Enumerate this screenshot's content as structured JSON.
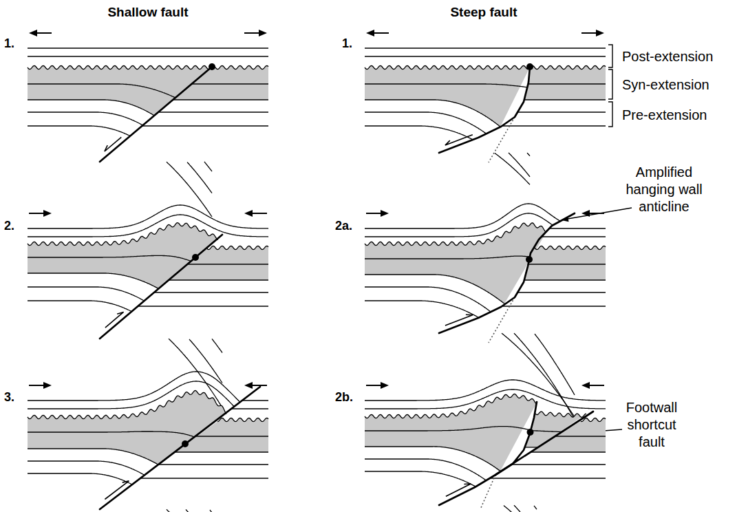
{
  "diagram": {
    "labels": [
      "Shallow fault",
      "Steep fault",
      "1.",
      "1.",
      "Post-extension",
      "Syn-extension",
      "Pre-extension",
      "Amplified hanging wall anticline",
      "2.",
      "2a.",
      "3.",
      "2b.",
      "Footwall shortcut fault"
    ]
  }
}
